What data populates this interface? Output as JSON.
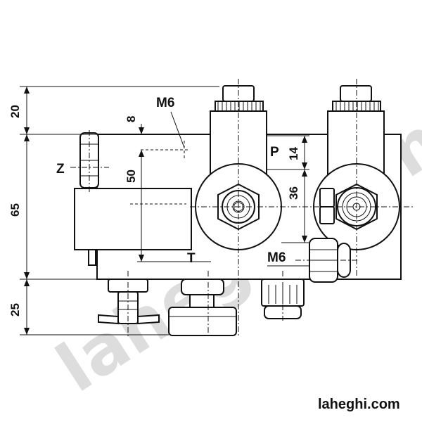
{
  "dimensions": {
    "top_height": "20",
    "body_height": "65",
    "bottom_height": "25",
    "top_offset": "8",
    "z_to_t": "50",
    "port_p_height": "14",
    "port_spacing": "36"
  },
  "labels": {
    "thread_top": "M6",
    "thread_side": "M6",
    "port_z": "Z",
    "port_p": "P",
    "port_t": "T"
  },
  "watermark": "laheghi.com",
  "footer_url": "laheghi.com"
}
